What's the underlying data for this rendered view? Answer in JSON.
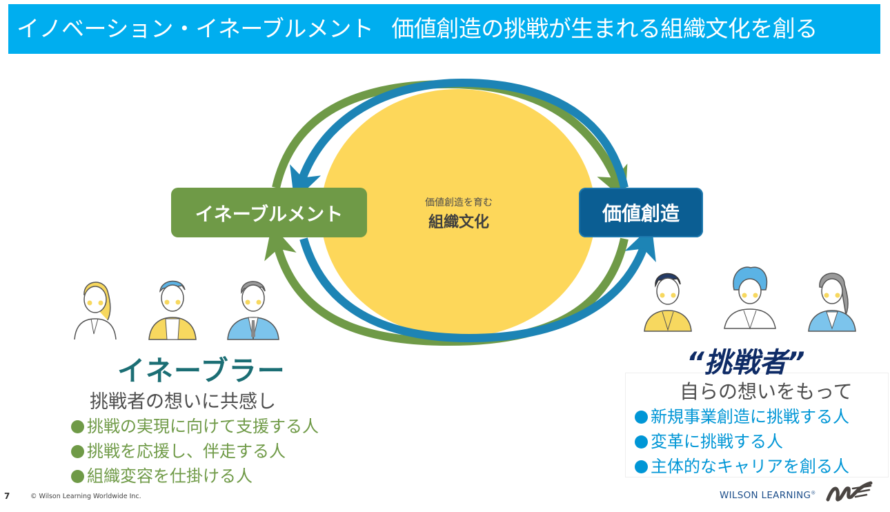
{
  "header": {
    "title_part1": "イノベーション・イネーブルメント",
    "title_part2": "価値創造の挑戦が生まれる組織文化を創る",
    "background_color": "#00AEEF"
  },
  "diagram": {
    "left_box_label": "イネーブルメント",
    "right_box_label": "価値創造",
    "circle_subtitle": "価値創造を育む",
    "circle_title": "組織文化",
    "colors": {
      "green": "#6F9A47",
      "blue_arrow": "#1D84B5",
      "navy_box": "#0B5E93",
      "circle_yellow": "#FDD75A"
    }
  },
  "enablers": {
    "heading": "イネーブラー",
    "subheading": "挑戦者の想いに共感し",
    "bullets": [
      "挑戦の実現に向けて支援する人",
      "挑戦を応援し、伴走する人",
      "組織変容を仕掛ける人"
    ],
    "people_icons": [
      "woman-lanyard-icon",
      "man-arms-crossed-icon",
      "man-suit-tie-icon"
    ]
  },
  "challengers": {
    "heading": "“挑戦者”",
    "subheading": "自らの想いをもって",
    "bullets": [
      "新規事業創造に挑戦する人",
      "変革に挑戦する人",
      "主体的なキャリアを創る人"
    ],
    "people_icons": [
      "man-yellow-sweater-icon",
      "curly-hair-person-icon",
      "woman-blue-cardigan-icon"
    ]
  },
  "footer": {
    "page_number": "7",
    "copyright": "© Wilson Learning Worldwide Inc.",
    "logo_text": "WILSON LEARNING",
    "logo_registered": "®"
  }
}
